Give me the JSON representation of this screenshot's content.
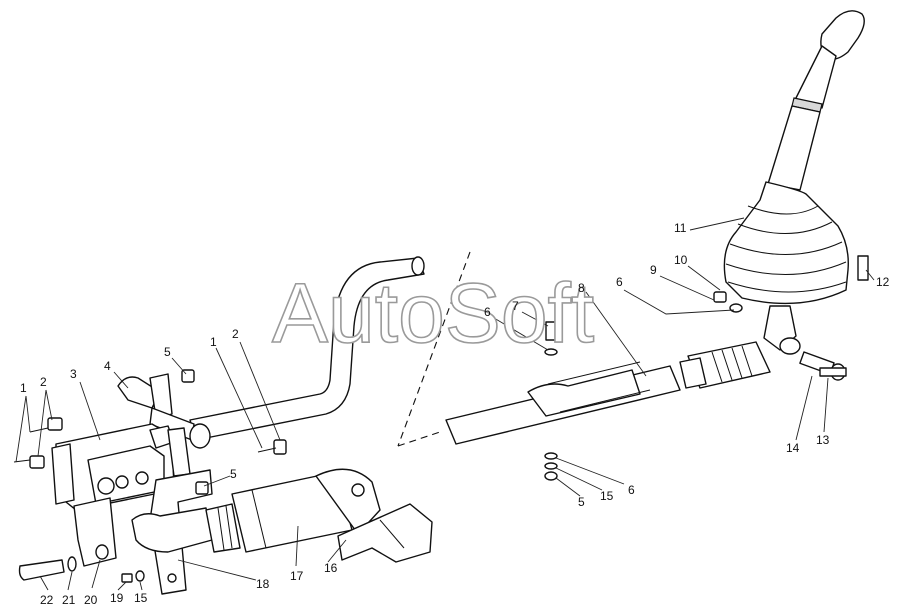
{
  "watermark": "AutoSoft",
  "callouts": [
    "1",
    "2",
    "3",
    "4",
    "5",
    "2",
    "1",
    "6",
    "7",
    "8",
    "6",
    "9",
    "10",
    "11",
    "12",
    "14",
    "13",
    "6",
    "15",
    "5",
    "5",
    "17",
    "16",
    "18",
    "22",
    "21",
    "20",
    "19",
    "15"
  ]
}
